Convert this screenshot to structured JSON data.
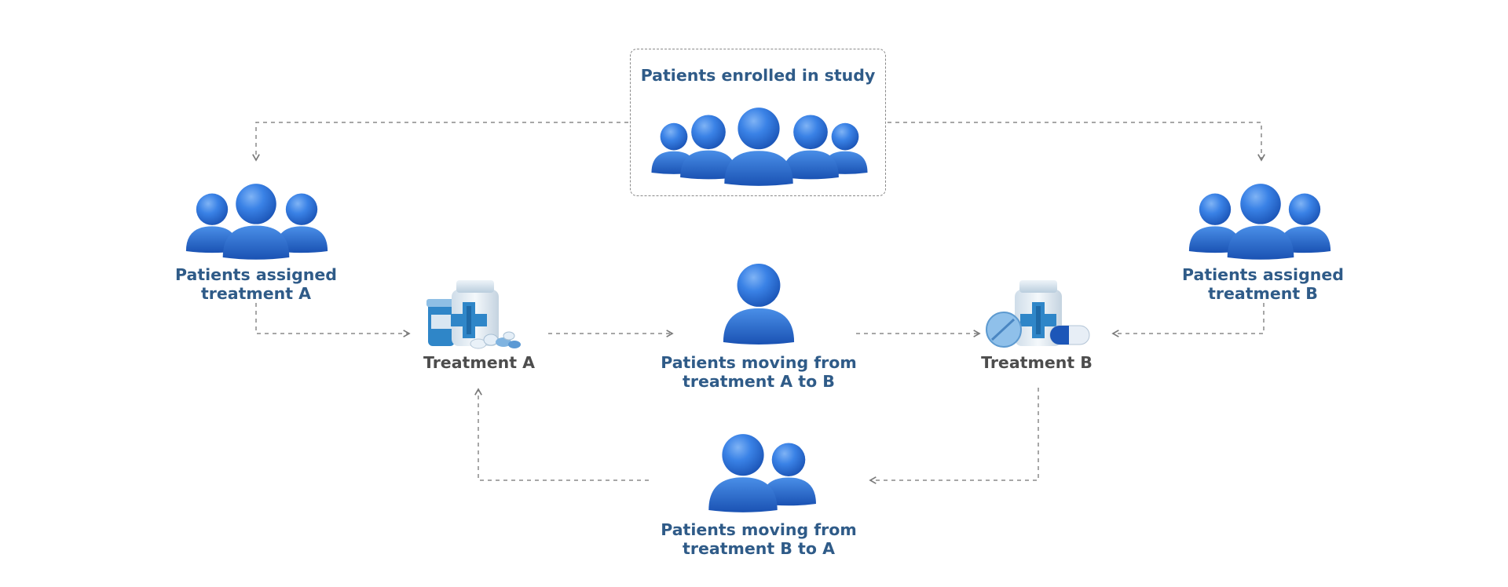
{
  "nodes": {
    "enrolled": "Patients enrolled in study",
    "assigned_a": "Patients assigned\ntreatment A",
    "assigned_b": "Patients assigned\ntreatment B",
    "treatment_a": "Treatment A",
    "treatment_b": "Treatment B",
    "moving_a_to_b": "Patients moving from\ntreatment A to B",
    "moving_b_to_a": "Patients moving from\ntreatment B to A"
  },
  "icons": {
    "people_group": "people-group-icon",
    "person": "person-icon",
    "medicine_a": "medicine-bottle-icon",
    "medicine_b": "medicine-bottle-pills-icon"
  },
  "colors": {
    "people_blue": "#2a6fd6",
    "label_blue": "#2f5b88",
    "label_gray": "#4d4d4d",
    "connector": "#8a8a8a",
    "bottle_blue": "#2f86c8",
    "bottle_light": "#e6eef5"
  }
}
